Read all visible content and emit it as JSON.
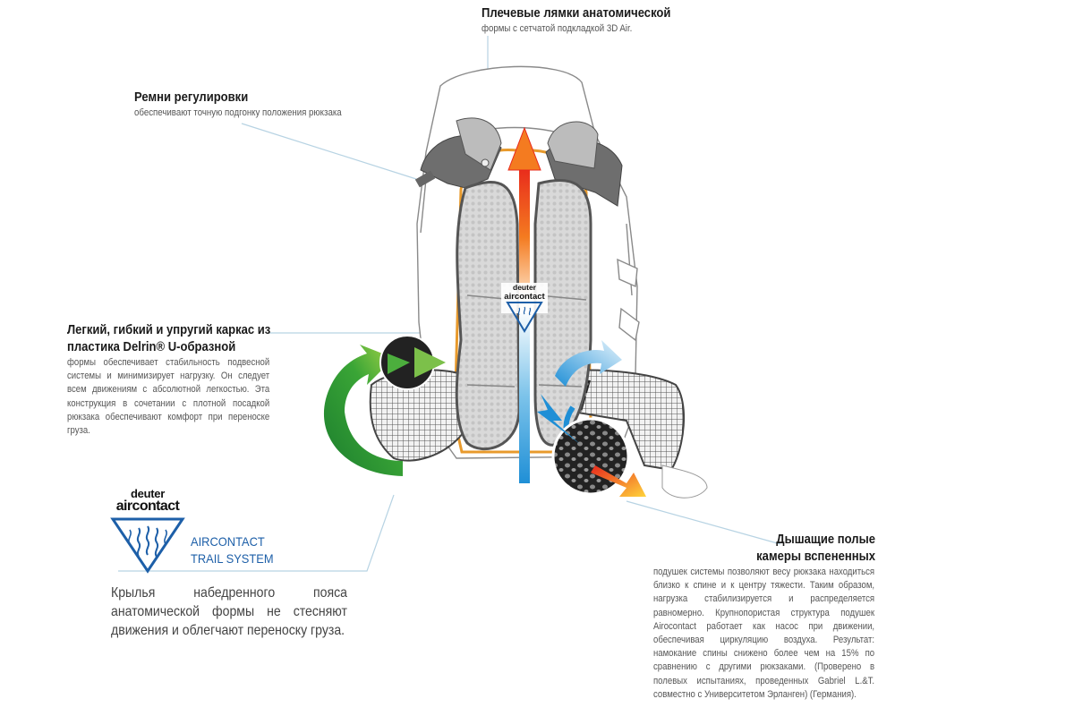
{
  "colors": {
    "accent_blue": "#1d5fa8",
    "arrow_green": "#3aa536",
    "arrow_orange": "#f7941d",
    "arrow_red": "#e8281c",
    "line_blue": "#b7d3e3"
  },
  "callouts": {
    "shoulder_straps": {
      "title": "Плечевые лямки анатомической",
      "subtitle": "формы с сетчатой подкладкой 3D Air."
    },
    "adjustment_straps": {
      "title": "Ремни регулировки",
      "subtitle": "обеспечивают точную подгонку положения рюкзака"
    },
    "frame": {
      "title_line1": "Легкий, гибкий и упругий каркас из",
      "title_line2": "пластика Delrin® U-образной",
      "text": "формы обеспечивает стабильность подвесной системы и минимизирует нагрузку. Он следует всем движениям с абсолютной легкостью. Эта конструкция в сочетании с плотной посадкой рюкзака обеспечивают комфорт при переноске груза."
    },
    "hollow_chambers": {
      "title_line1": "Дышащие полые",
      "title_line2": "камеры вспененных",
      "text": "подушек системы позволяют весу рюкзака находиться близко к спине и к центру тяжести. Таким образом, нагрузка стабилизируется и распределяется равномерно. Крупнопористая структура подушек Airocontact работает как насос при движении, обеспечивая циркуляцию воздуха. Результат: намокание спины снижено более чем на 15% по сравнению с другими рюкзаками. (Проверено в полевых испытаниях, проведенных Gabriel L.&T. совместно с Университетом Эрланген) (Германия)."
    }
  },
  "brand": {
    "line1": "deuter",
    "line2": "aircontact",
    "system_line1": "AIRCONTACT",
    "system_line2": "TRAIL SYSTEM",
    "center_badge_line1": "deuter",
    "center_badge_line2": "aircontact"
  },
  "hipfin_note": "Крылья набедренного пояса анатомической формы не стесняют движения и облегчают переноску груза."
}
